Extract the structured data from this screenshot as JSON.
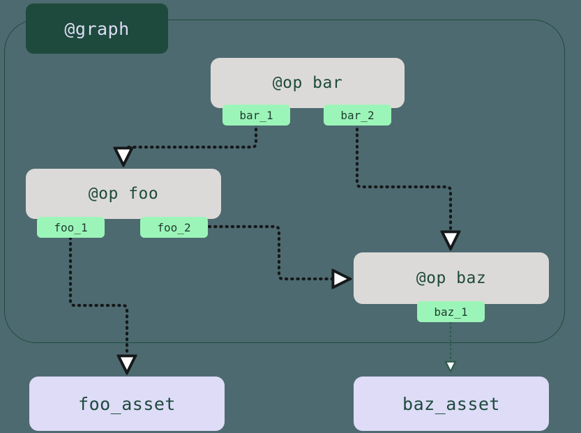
{
  "diagram": {
    "type": "dagster-op-graph",
    "title": "@graph",
    "background_color": "#4d6a70",
    "colors": {
      "background": "#4d6a70",
      "graph_border": "#1e4a3d",
      "graph_label_bg": "#1e4a3d",
      "graph_label_text": "#dcdcf5",
      "op_node_bg": "#dcdad8",
      "op_node_text": "#1e4a3d",
      "asset_node_bg": "#dedcf7",
      "asset_node_text": "#1e4a3d",
      "port_bg": "#9cf5b8",
      "port_text": "#1e3b30",
      "edge_dark": "#15181a",
      "edge_green": "#2e5c4c"
    }
  },
  "graph": {
    "label": "@graph"
  },
  "nodes": {
    "op_bar": {
      "label": "@op bar",
      "ports": [
        {
          "name": "bar_1"
        },
        {
          "name": "bar_2"
        }
      ]
    },
    "op_foo": {
      "label": "@op foo",
      "ports": [
        {
          "name": "foo_1"
        },
        {
          "name": "foo_2"
        }
      ]
    },
    "op_baz": {
      "label": "@op baz",
      "ports": [
        {
          "name": "baz_1"
        }
      ]
    },
    "foo_asset": {
      "label": "foo_asset"
    },
    "baz_asset": {
      "label": "baz_asset"
    }
  },
  "edges": [
    {
      "id": "e1",
      "from": "bar_1",
      "to": "op_foo",
      "style": "dotted-dark",
      "arrow": "hollow"
    },
    {
      "id": "e2",
      "from": "bar_2",
      "to": "op_baz",
      "style": "dotted-dark",
      "arrow": "hollow"
    },
    {
      "id": "e3",
      "from": "foo_2",
      "to": "op_baz",
      "style": "dotted-dark",
      "arrow": "hollow"
    },
    {
      "id": "e4",
      "from": "foo_1",
      "to": "foo_asset",
      "style": "dotted-dark",
      "arrow": "hollow"
    },
    {
      "id": "e5",
      "from": "baz_1",
      "to": "baz_asset",
      "style": "dotted-green",
      "arrow": "hollow"
    }
  ]
}
